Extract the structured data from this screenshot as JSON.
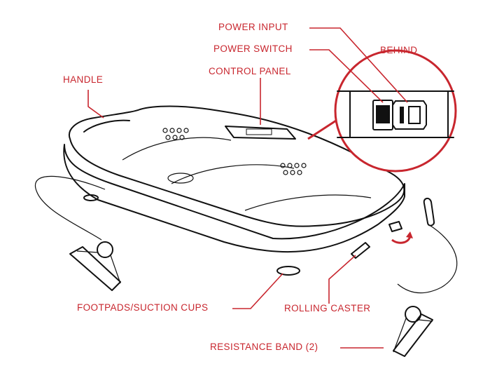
{
  "labels": {
    "power_input": "POWER INPUT",
    "power_switch": "POWER SWITCH",
    "behind": "BEHIND",
    "control_panel": "CONTROL PANEL",
    "handle": "HANDLE",
    "footpads": "FOOTPADS/SUCTION CUPS",
    "rolling_caster": "ROLLING CASTER",
    "resistance_band": "RESISTANCE BAND (2)"
  },
  "colors": {
    "label": "#c8262e",
    "ink": "#111111",
    "background": "#ffffff"
  },
  "icons": {
    "power_switch": "rocker-switch-icon",
    "power_input": "power-socket-icon",
    "rotation": "curved-arrow-icon"
  }
}
